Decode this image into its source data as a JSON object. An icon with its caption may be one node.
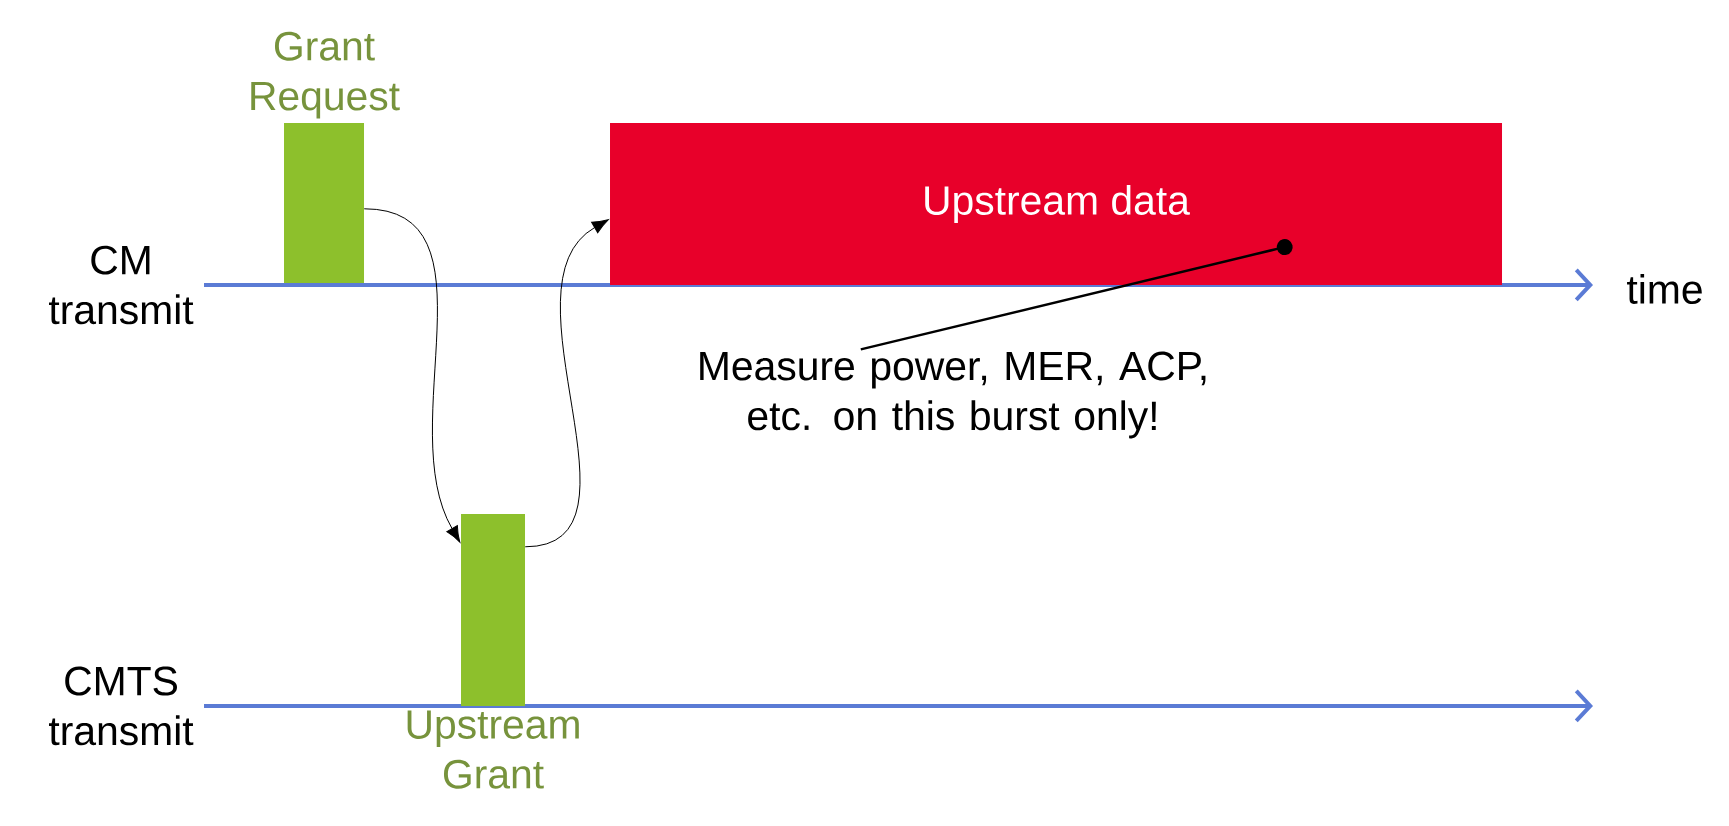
{
  "diagram": {
    "nodes": [
      {
        "text": [
          "Grant Request"
        ]
      },
      {
        "text": [
          "Upstream Grant"
        ]
      },
      {
        "text": [
          "Upstream data"
        ]
      },
      {
        "text": [
          "Measure power, MER, ACP, etc. on this burst only!"
        ]
      }
    ],
    "edges": [
      {
        "from": 0,
        "to": 1,
        "arrow": "to"
      },
      {
        "from": 1,
        "to": 2,
        "arrow": "to"
      },
      {
        "from": 3,
        "to": 2,
        "arrow": "other"
      }
    ],
    "labels": [
      "CM transmit",
      "time",
      "CMTS transmit"
    ]
  }
}
